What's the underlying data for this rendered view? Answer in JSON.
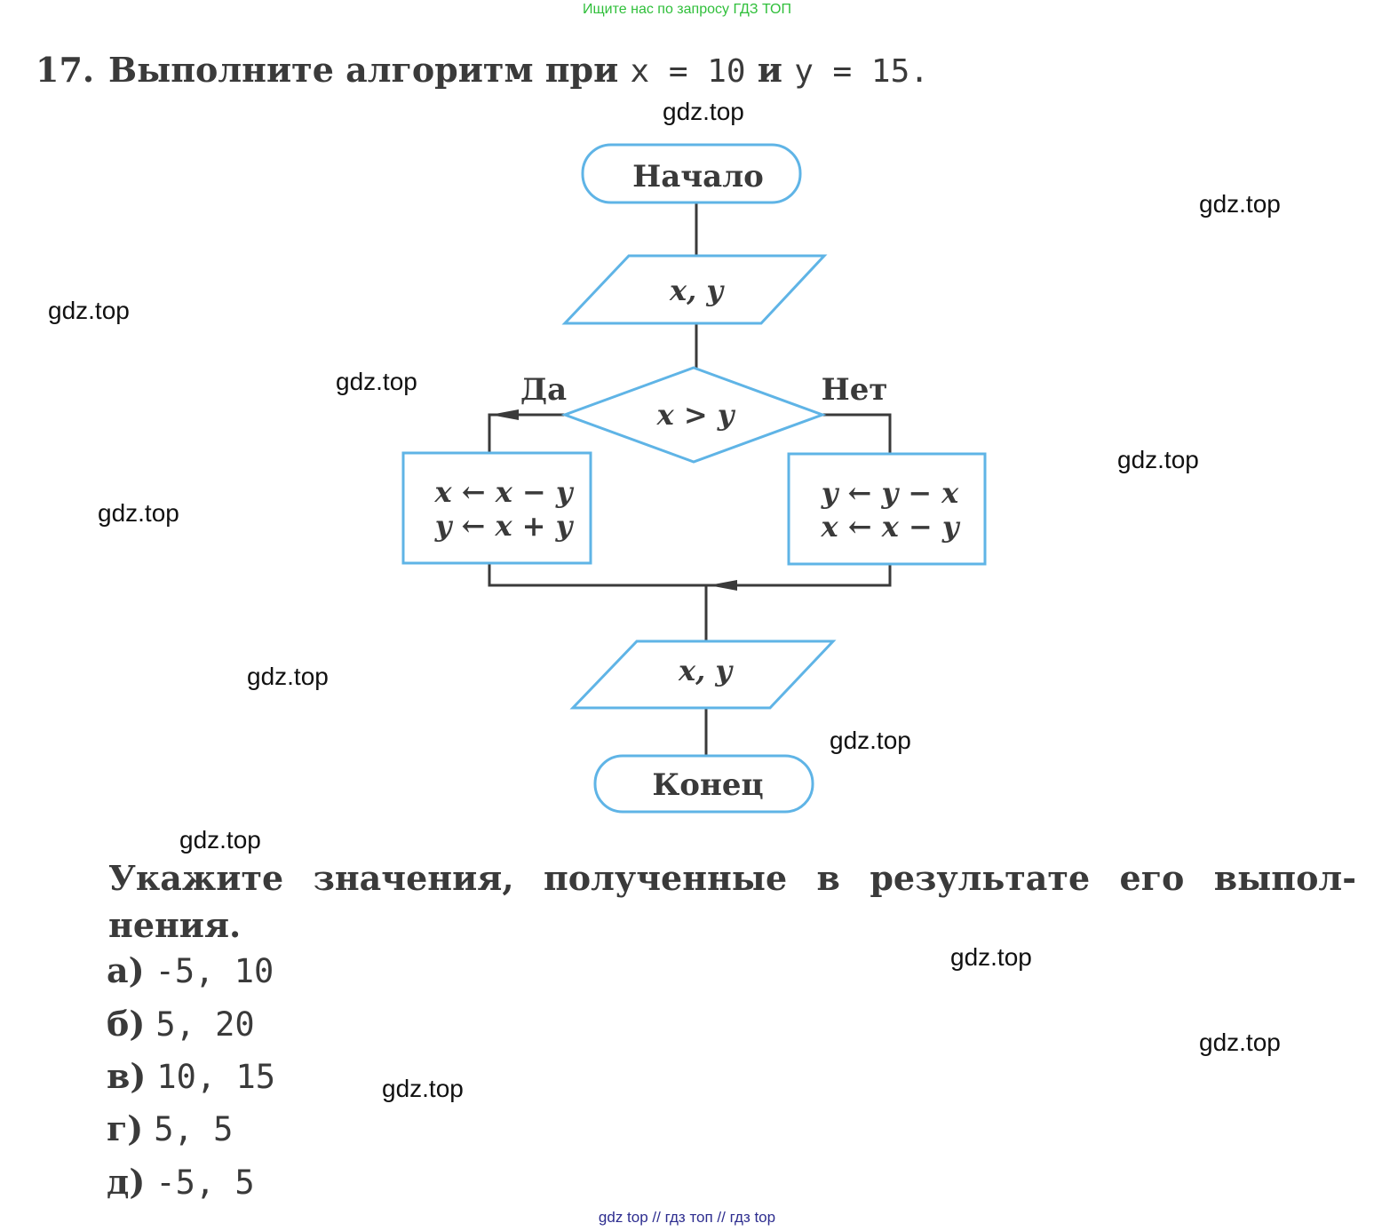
{
  "banner": "Ищите нас по запросу ГДЗ ТОП",
  "task": {
    "number": "17.",
    "text_before": "Выполните алгоритм при ",
    "x_expr": "x = 10",
    "conj": " и ",
    "y_expr": "y = 15."
  },
  "flowchart": {
    "start": "Начало",
    "input": "x, y",
    "condition": "x > y",
    "yes_label": "Да",
    "no_label": "Нет",
    "yes_line1": "x ← x − y",
    "yes_line2": "y ← x + y",
    "no_line1": "y ← y − x",
    "no_line2": "x ← x − y",
    "output": "x, y",
    "end": "Конец"
  },
  "question": "Укажите значения, полученные в результате его выпол- нения.",
  "options": [
    {
      "label": "а)",
      "value": "-5, 10"
    },
    {
      "label": "б)",
      "value": "5, 20"
    },
    {
      "label": "в)",
      "value": "10, 15"
    },
    {
      "label": "г)",
      "value": "5, 5"
    },
    {
      "label": "д)",
      "value": "-5, 5"
    }
  ],
  "watermark": "gdz.top",
  "footer": "gdz top  //  гдз топ  //  гдз top"
}
